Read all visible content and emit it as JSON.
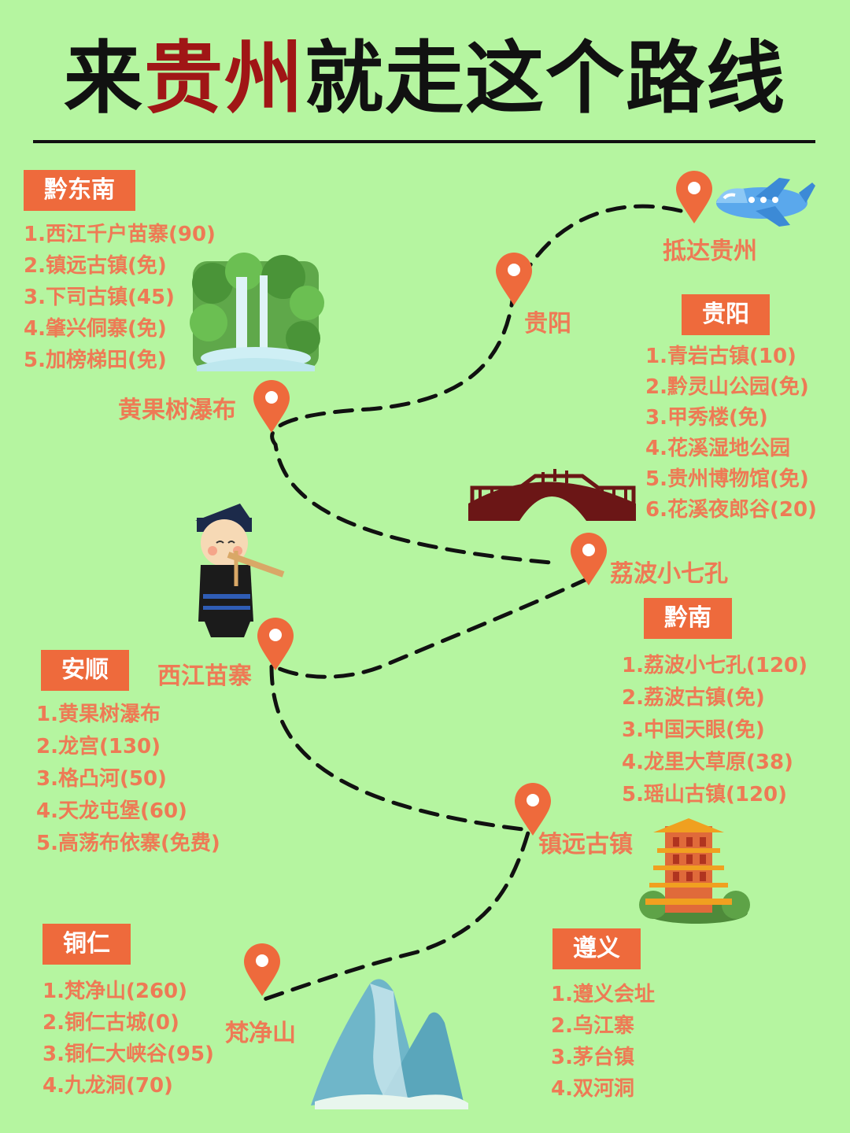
{
  "title": {
    "part1": "来",
    "part2": "贵州",
    "part3": "就走这个路线"
  },
  "stops": {
    "arrive": "抵达贵州",
    "guiyang": "贵阳",
    "huangguoshu": "黄果树瀑布",
    "libo": "荔波小七孔",
    "xijiang": "西江苗寨",
    "zhenyuan": "镇远古镇",
    "fanjingshan": "梵净山"
  },
  "regions": {
    "qiandongnan": {
      "label": "黔东南",
      "items": [
        "1.西江千户苗寨(90)",
        "2.镇远古镇(免)",
        "3.下司古镇(45)",
        "4.肇兴侗寨(免)",
        "5.加榜梯田(免)"
      ]
    },
    "guiyang": {
      "label": "贵阳",
      "items": [
        "1.青岩古镇(10)",
        "2.黔灵山公园(免)",
        "3.甲秀楼(免)",
        "4.花溪湿地公园",
        "5.贵州博物馆(免)",
        "6.花溪夜郎谷(20)"
      ]
    },
    "qiannan": {
      "label": "黔南",
      "items": [
        "1.荔波小七孔(120)",
        "2.荔波古镇(免)",
        "3.中国天眼(免)",
        "4.龙里大草原(38)",
        "5.瑶山古镇(120)"
      ]
    },
    "anshun": {
      "label": "安顺",
      "items": [
        "1.黄果树瀑布",
        "2.龙宫(130)",
        "3.格凸河(50)",
        "4.天龙屯堡(60)",
        "5.高荡布依寨(免费)"
      ]
    },
    "tongren": {
      "label": "铜仁",
      "items": [
        "1.梵净山(260)",
        "2.铜仁古城(0)",
        "3.铜仁大峡谷(95)",
        "4.九龙洞(70)"
      ]
    },
    "zunyi": {
      "label": "遵义",
      "items": [
        "1.遵义会址",
        "2.乌江寨",
        "3.茅台镇",
        "4.双河洞"
      ]
    }
  },
  "colors": {
    "background": "#b5f5a0",
    "accent": "#ee6a3c",
    "list_text": "#ee7a55",
    "title_highlight": "#a01616"
  }
}
